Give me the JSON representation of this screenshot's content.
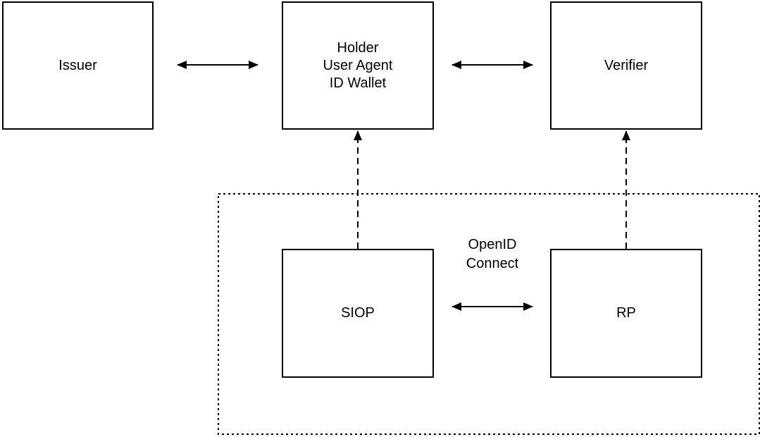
{
  "nodes": {
    "issuer": {
      "label": "Issuer"
    },
    "holder": {
      "lines": [
        "Holder",
        "User Agent",
        "ID Wallet"
      ]
    },
    "verifier": {
      "label": "Verifier"
    },
    "siop": {
      "label": "SIOP"
    },
    "rp": {
      "label": "RP"
    }
  },
  "annotations": {
    "openid_connect": [
      "OpenID",
      "Connect"
    ]
  },
  "colors": {
    "stroke": "#000000",
    "background": "#ffffff"
  }
}
